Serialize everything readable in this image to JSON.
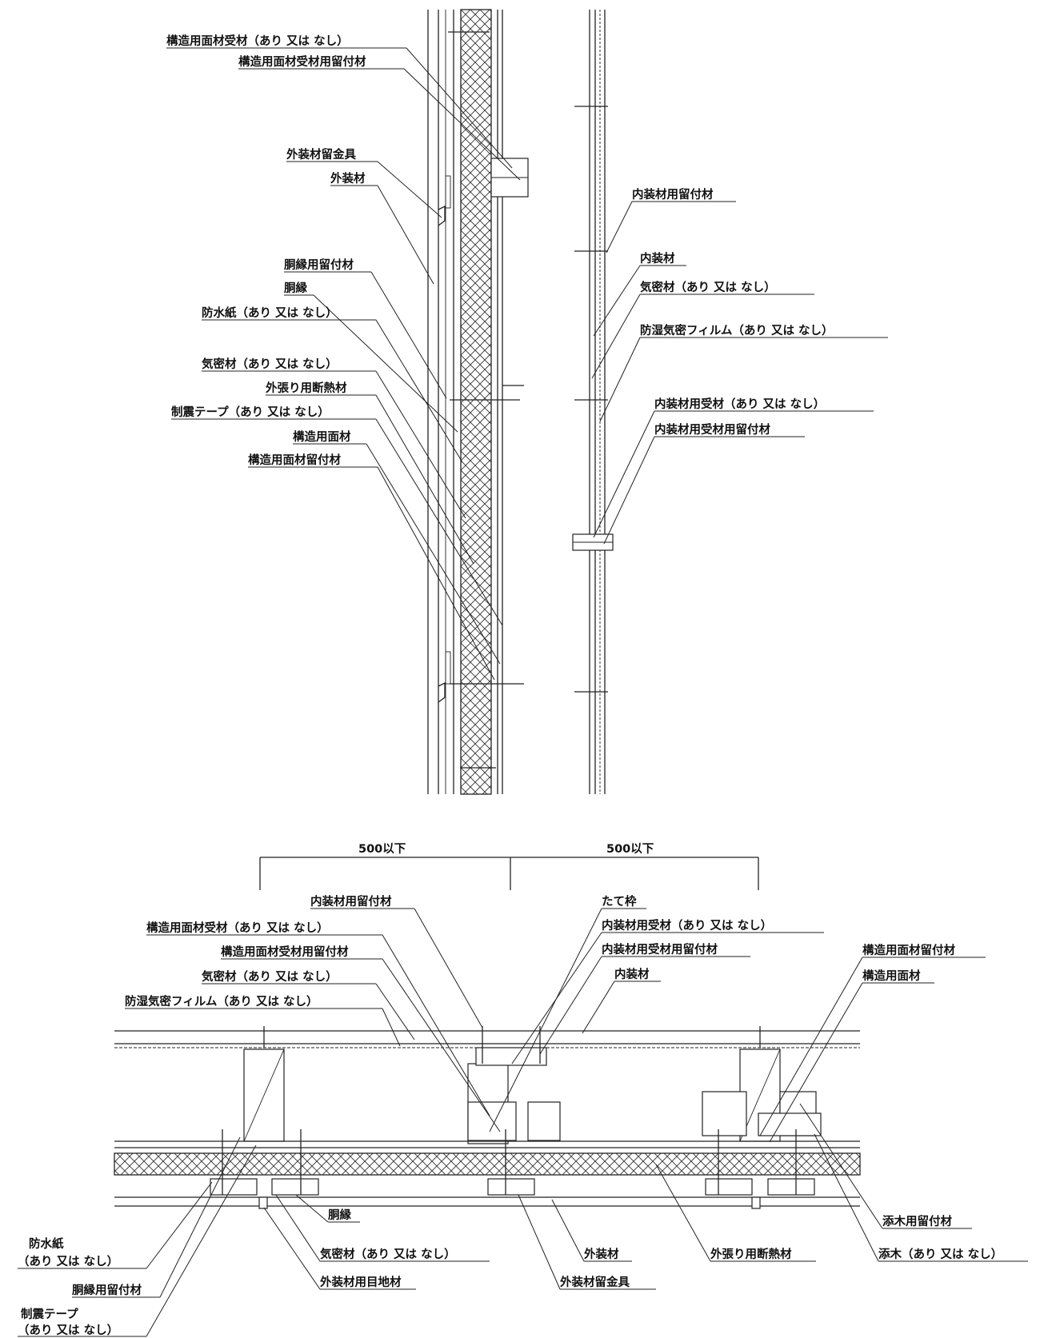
{
  "vertical_section": {
    "labels_left": [
      "構造用面材受材（あり 又は なし）",
      "構造用面材受材用留付材",
      "外装材留金具",
      "外装材",
      "胴縁用留付材",
      "胴縁",
      "防水紙（あり 又は なし）",
      "気密材（あり 又は なし）",
      "外張り用断熱材",
      "制震テープ（あり 又は なし）",
      "構造用面材",
      "構造用面材留付材"
    ],
    "labels_right": [
      "内装材用留付材",
      "内装材",
      "気密材（あり 又は なし）",
      "防湿気密フィルム（あり 又は なし）",
      "内装材用受材（あり 又は なし）",
      "内装材用受材用留付材"
    ]
  },
  "horizontal_section": {
    "dimensions": [
      "500以下",
      "500以下"
    ],
    "labels_top": [
      "内装材用留付材",
      "構造用面材受材（あり 又は なし）",
      "構造用面材受材用留付材",
      "気密材（あり 又は なし）",
      "防湿気密フィルム（あり 又は なし）",
      "たて枠",
      "内装材用受材（あり 又は なし）",
      "内装材用受材用留付材",
      "内装材",
      "構造用面材留付材",
      "構造用面材"
    ],
    "labels_bottom": [
      "防水紙",
      "（あり 又は なし）",
      "胴縁用留付材",
      "制震テープ",
      "（あり 又は なし）",
      "胴縁",
      "気密材（あり 又は なし）",
      "外装材用目地材",
      "外装材",
      "外装材留金具",
      "外張り用断熱材",
      "添木用留付材",
      "添木（あり 又は なし）"
    ]
  }
}
